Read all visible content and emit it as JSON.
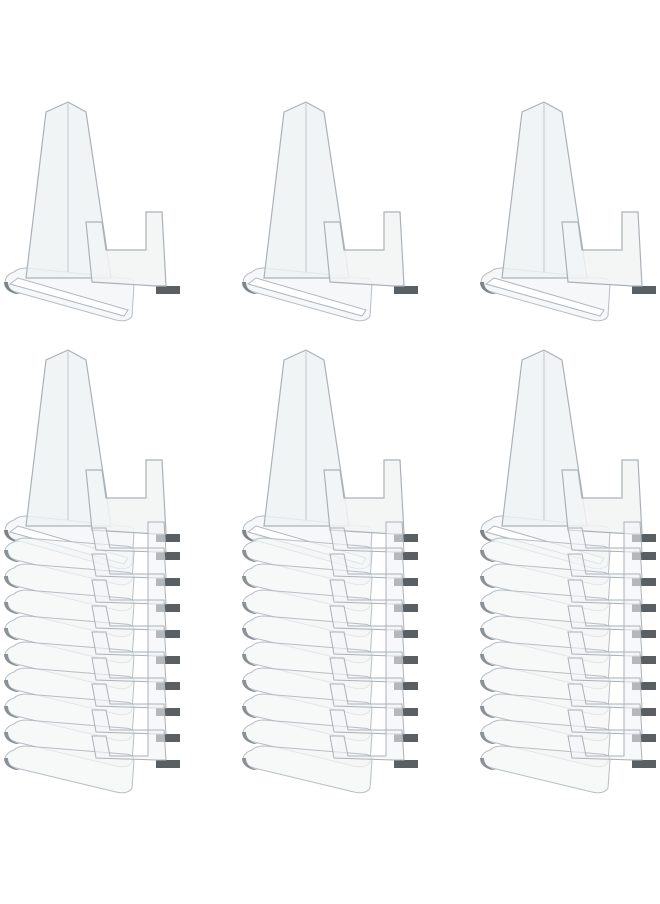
{
  "photo": {
    "subject": "acrylic-easel-stands",
    "background_color": "#ffffff",
    "acrylic_tint": "#eef1f3",
    "acrylic_edge": "#9aa3aa",
    "acrylic_edge_dark": "#4a4f55",
    "columns": 3,
    "single_row_count_per_column": 1,
    "stack_row_count_per_column": 9
  }
}
